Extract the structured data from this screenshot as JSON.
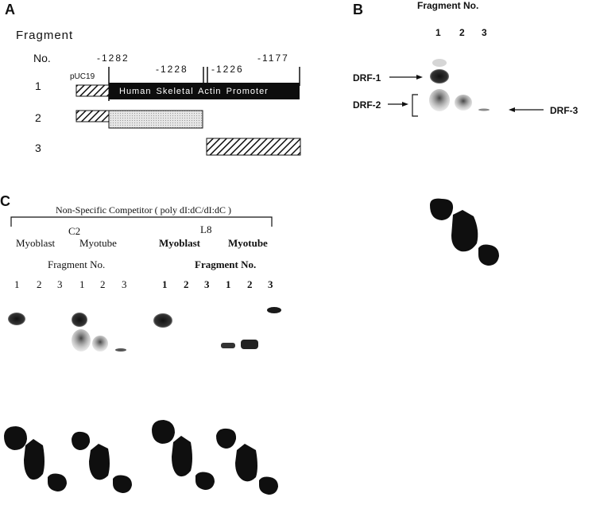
{
  "panelA": {
    "letter": "A",
    "title": "Fragment",
    "no_label": "No.",
    "positions": [
      "-1282",
      "-1228",
      "-1226",
      "-1177"
    ],
    "vector_label": "pUC19",
    "promoter_label": "Human  Skeletal  Actin  Promoter",
    "fragments": [
      "1",
      "2",
      "3"
    ]
  },
  "panelB": {
    "letter": "B",
    "header": "Fragment  No.",
    "lanes": [
      "1",
      "2",
      "3"
    ],
    "bands": [
      "DRF-1",
      "DRF-2",
      "DRF-3"
    ]
  },
  "panelC": {
    "letter": "C",
    "competitor": "Non-Specific Competitor ( poly dI:dC/dI:dC )",
    "c2": {
      "line": "C2",
      "myoblast": "Myoblast",
      "myotube": "Myotube",
      "fragment_no": "Fragment No.",
      "lanes": [
        "1",
        "2",
        "3",
        "1",
        "2",
        "3"
      ]
    },
    "l8": {
      "line": "L8",
      "myoblast": "Myoblast",
      "myotube": "Myotube",
      "fragment_no": "Fragment No.",
      "lanes": [
        "1",
        "2",
        "3",
        "1",
        "2",
        "3"
      ]
    }
  }
}
